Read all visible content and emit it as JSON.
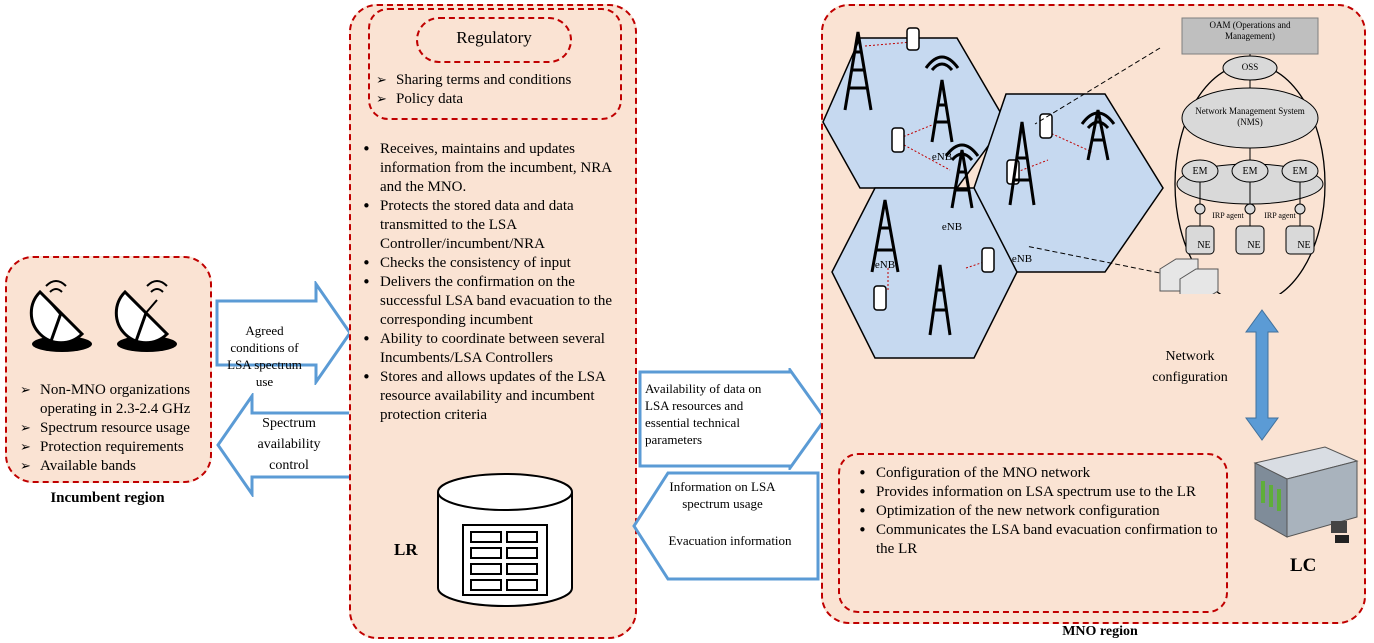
{
  "incumbent": {
    "caption": "Incumbent region",
    "items": [
      "Non-MNO organizations operating in 2.3-2.4 GHz",
      "Spectrum resource usage",
      "Protection requirements",
      "Available bands"
    ]
  },
  "arrows": {
    "agreed": "Agreed conditions of LSA spectrum use",
    "spectrum_control": "Spectrum availability control",
    "availability": "Availability of data on LSA resources and essential technical parameters",
    "info_usage": "Information on LSA spectrum usage",
    "evacuation": "Evacuation information",
    "network_config": "Network configuration"
  },
  "lr": {
    "regulatory_title": "Regulatory",
    "regulatory_items": [
      "Sharing terms and conditions",
      "Policy data"
    ],
    "functions": [
      "Receives, maintains and updates information from the incumbent, NRA and the MNO.",
      "Protects the stored data and data transmitted to the LSA Controller/incumbent/NRA",
      "Checks the consistency of input",
      "Delivers the confirmation on the successful LSA band evacuation to the corresponding incumbent",
      "Ability to coordinate between several Incumbents/LSA Controllers",
      "Stores and allows updates of the LSA resource availability and incumbent protection criteria"
    ],
    "label": "LR"
  },
  "mno": {
    "caption": "MNO region",
    "enb_label": "eNB",
    "oam": "OAM (Operations and Management)",
    "oss": "OSS",
    "nms": "Network Management System (NMS)",
    "em": "EM",
    "ne": "NE",
    "irp": "IRP agent",
    "lc_label": "LC",
    "functions": [
      "Configuration of the MNO network",
      "Provides information on LSA spectrum use to the LR",
      "Optimization of the new network configuration",
      "Communicates the LSA band evacuation confirmation to the LR"
    ]
  },
  "colors": {
    "region_fill": "#fae3d3",
    "dash_border": "#c00000",
    "arrow_border": "#5b9bd5",
    "cell_fill": "#c6d9f0"
  }
}
